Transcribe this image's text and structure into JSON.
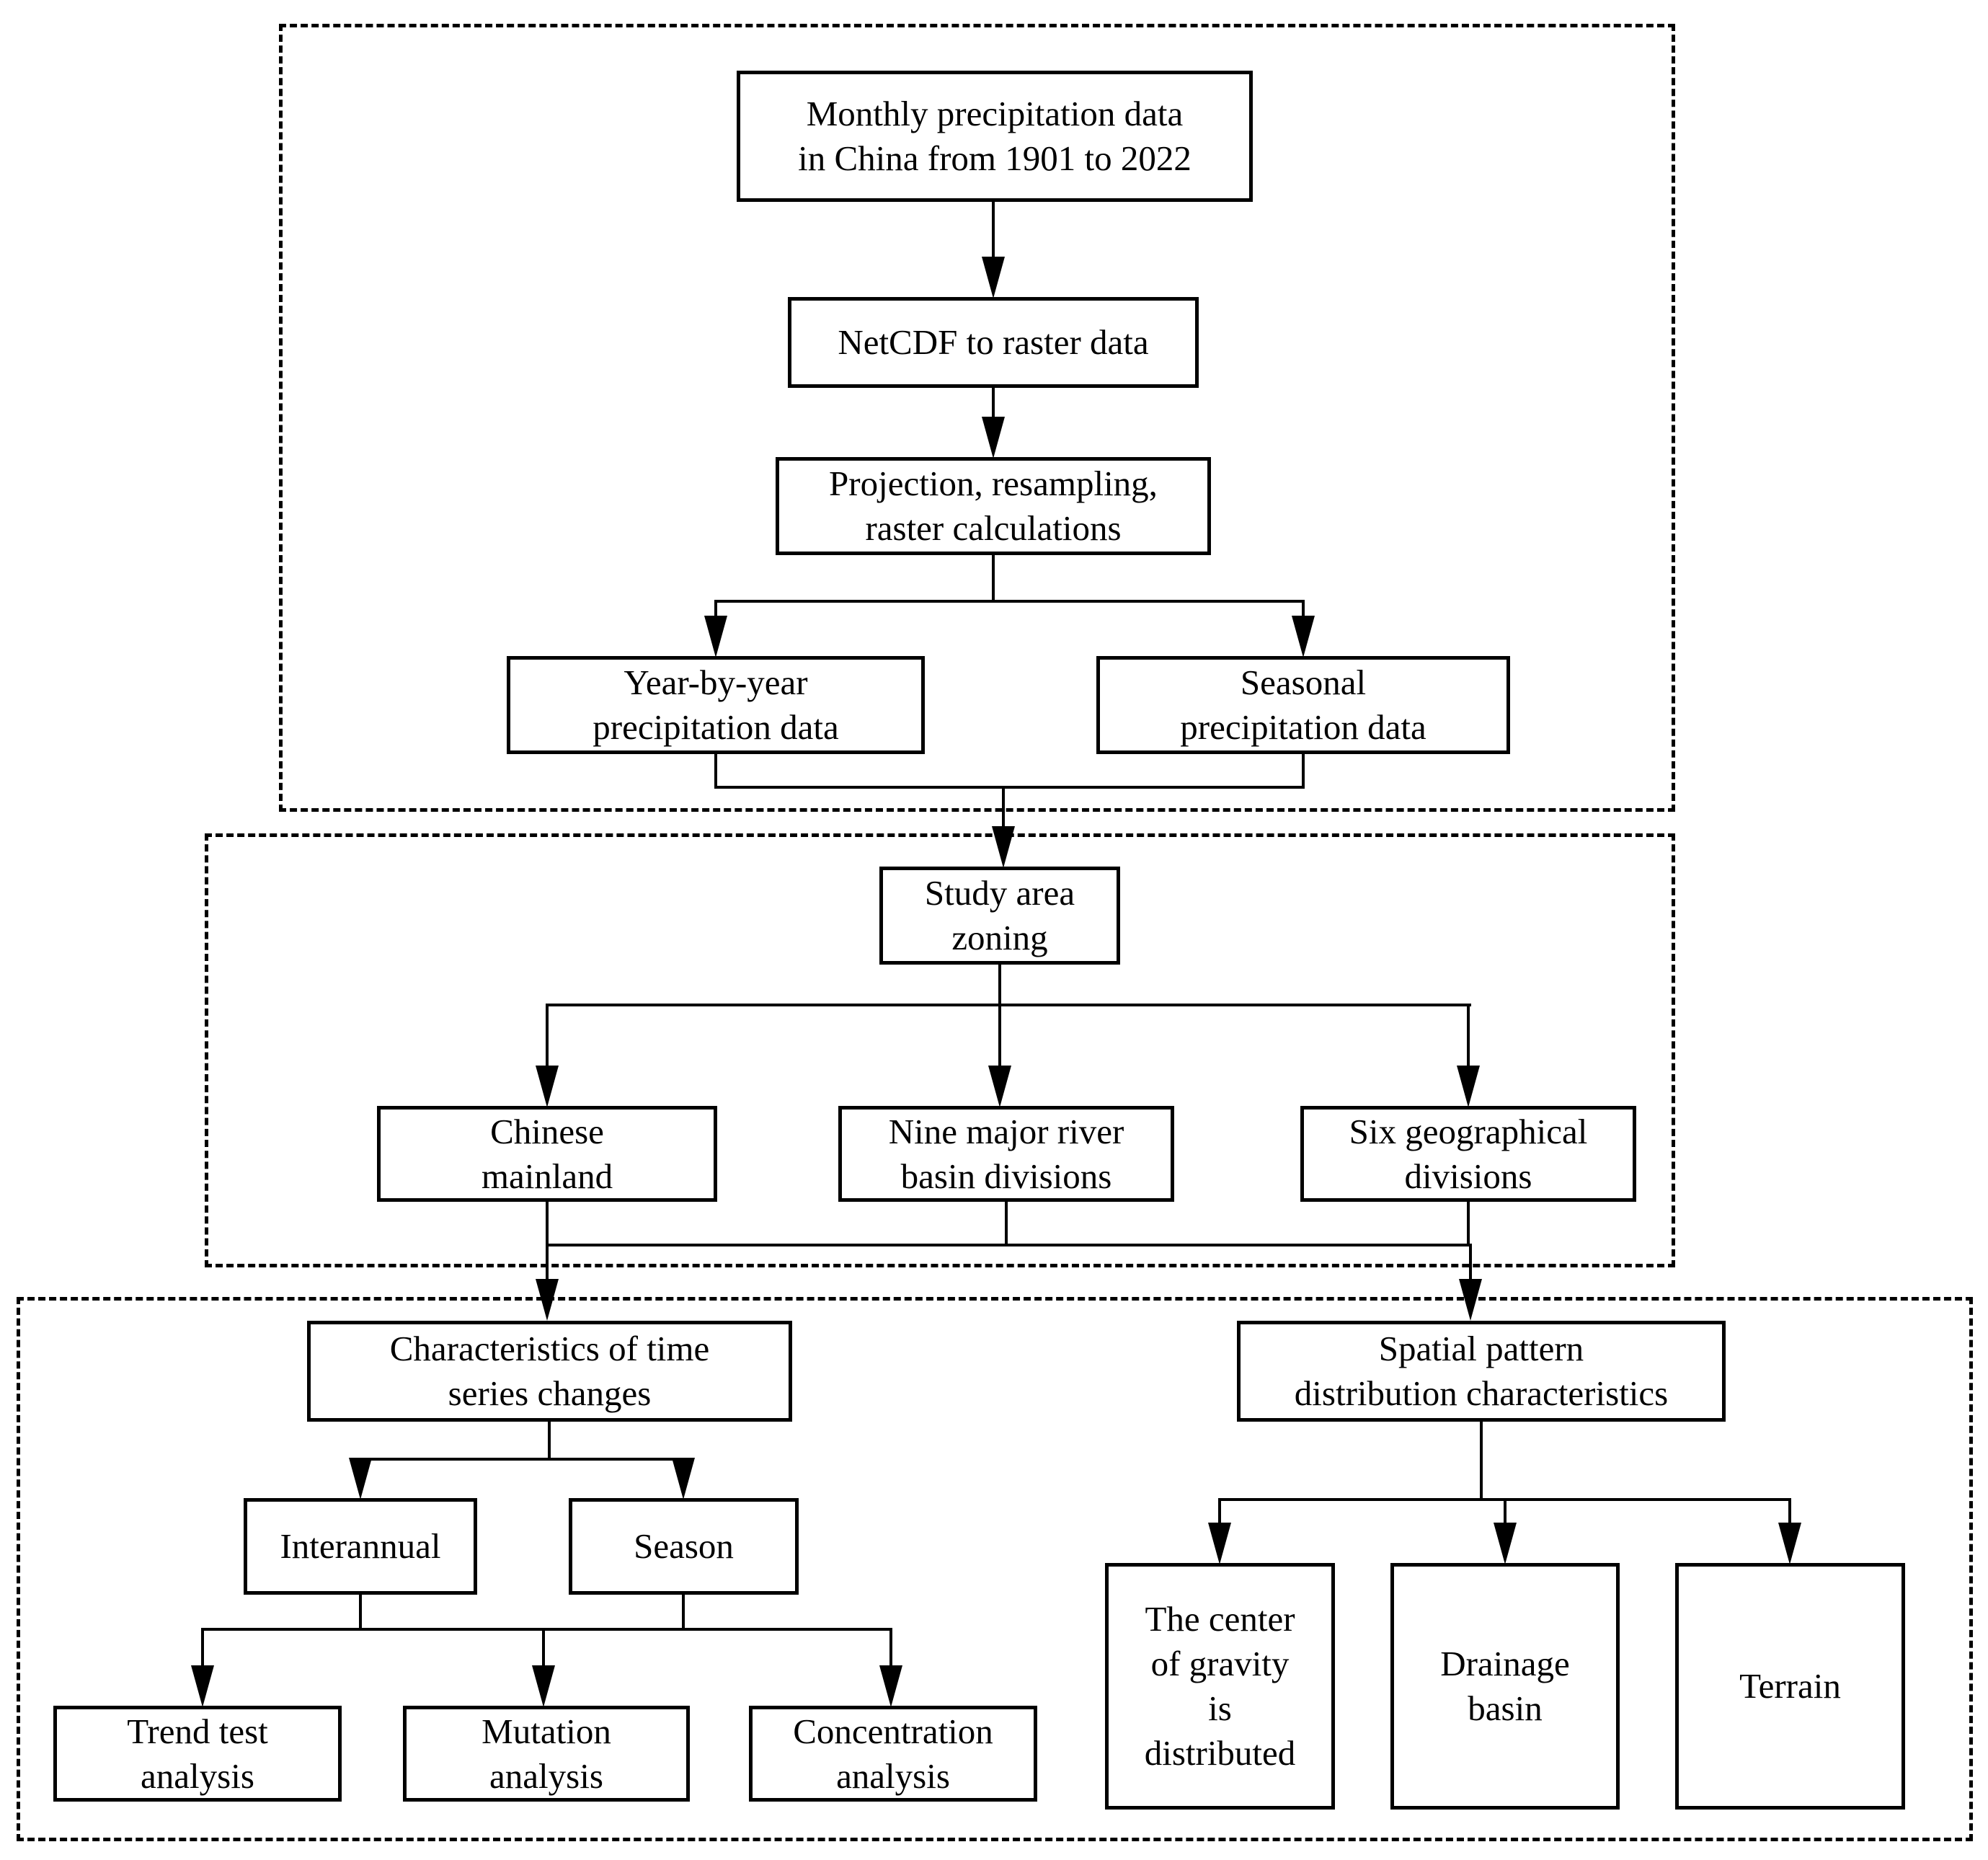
{
  "nodes": {
    "monthly": {
      "label": "Monthly precipitation data\nin China from 1901 to 2022"
    },
    "netcdf": {
      "label": "NetCDF to raster data"
    },
    "projection": {
      "label": "Projection, resampling,\nraster calculations"
    },
    "year_by_year": {
      "label": "Year-by-year\nprecipitation data"
    },
    "seasonal": {
      "label": "Seasonal\nprecipitation data"
    },
    "study_area": {
      "label": "Study area\nzoning"
    },
    "chinese_mainland": {
      "label": "Chinese\nmainland"
    },
    "nine_river": {
      "label": "Nine major river\nbasin divisions"
    },
    "six_geo": {
      "label": "Six geographical\ndivisions"
    },
    "char_time": {
      "label": "Characteristics of time\nseries changes"
    },
    "spatial": {
      "label": "Spatial pattern\ndistribution characteristics"
    },
    "interannual": {
      "label": "Interannual"
    },
    "season": {
      "label": "Season"
    },
    "trend_test": {
      "label": "Trend test\nanalysis"
    },
    "mutation": {
      "label": "Mutation\nanalysis"
    },
    "concentration": {
      "label": "Concentration\nanalysis"
    },
    "gravity": {
      "label": "The center\nof gravity\nis\ndistributed"
    },
    "drainage": {
      "label": "Drainage\nbasin"
    },
    "terrain": {
      "label": "Terrain"
    }
  },
  "colors": {
    "line": "#000000",
    "background": "#ffffff"
  }
}
